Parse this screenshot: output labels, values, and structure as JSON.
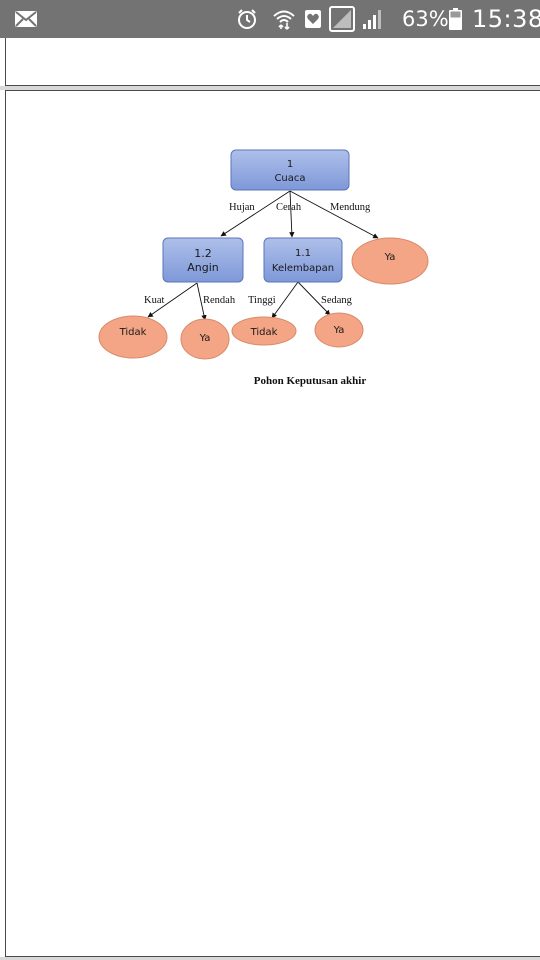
{
  "status_bar": {
    "battery_percent": "63%",
    "time": "15:38",
    "icons": [
      "mail-icon",
      "alarm-icon",
      "wifi-icon",
      "heart-app-icon",
      "signal-off-icon",
      "cell-signal-icon",
      "battery-icon"
    ]
  },
  "tree": {
    "root": {
      "number": "1",
      "label": "Cuaca"
    },
    "node_humidity": {
      "number": "1.1",
      "label": "Kelembapan"
    },
    "node_wind": {
      "number": "1.2",
      "label": "Angin"
    },
    "edges": {
      "hujan": "Hujan",
      "cerah": "Cerah",
      "mendung": "Mendung",
      "kuat": "Kuat",
      "rendah": "Rendah",
      "tinggi": "Tinggi",
      "sedang": "Sedang"
    },
    "leaves": {
      "mendung_leaf": "Ya",
      "kuat_leaf": "Tidak",
      "rendah_leaf": "Ya",
      "tinggi_leaf": "Tidak",
      "sedang_leaf": "Ya"
    },
    "caption": "Pohon Keputusan akhir"
  },
  "colors": {
    "box_fill_top": "#a9bce8",
    "box_fill_bottom": "#7d97d6",
    "box_stroke": "#5a75b8",
    "leaf_fill": "#f2a383",
    "leaf_stroke": "#d98a6b",
    "status_bar": "#737373"
  }
}
